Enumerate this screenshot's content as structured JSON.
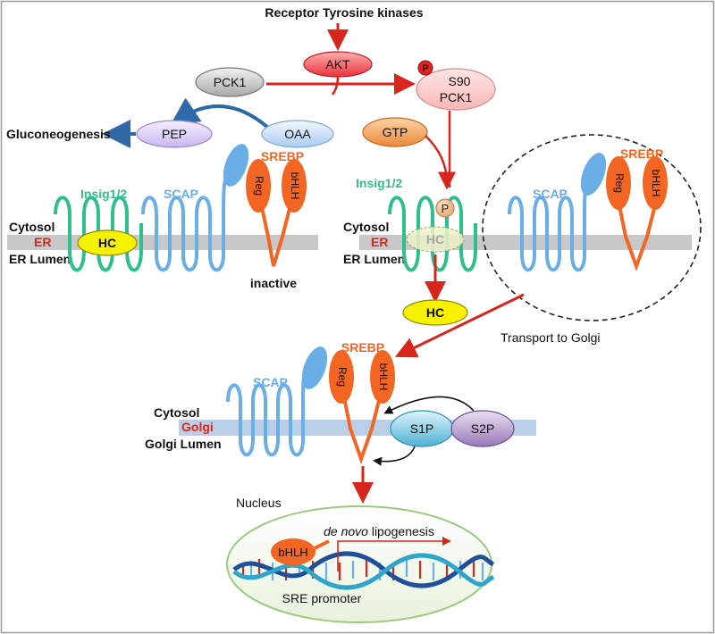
{
  "top": {
    "receptor": "Receptor Tyrosine kinases"
  },
  "nodes": {
    "akt": "AKT",
    "pck1": "PCK1",
    "p_marker": "P",
    "s90": "S90",
    "s90_pck1": "PCK1",
    "pep": "PEP",
    "oaa": "OAA",
    "gtp": "GTP",
    "gluconeogenesis": "Gluconeogenesis",
    "hc": "HC",
    "hc_free": "HC",
    "s1p": "S1P",
    "s2p": "S2P"
  },
  "membrane": {
    "cytosol": "Cytosol",
    "er": "ER",
    "er_lumen": "ER Lumen",
    "golgi": "Golgi",
    "golgi_lumen": "Golgi Lumen"
  },
  "proteins": {
    "insig": "Insig1/2",
    "scap": "SCAP",
    "srebp": "SREBP",
    "reg": "Reg",
    "bhlh": "bHLH",
    "inactive": "inactive"
  },
  "labels": {
    "transport": "Transport to Golgi",
    "nucleus": "Nucleus",
    "de_novo_italic": "de novo",
    "lipogenesis": " lipogenesis",
    "sre_promoter": "SRE promoter"
  },
  "colors": {
    "red_arrow": "#d9261c",
    "blue_arrow": "#2e6aa8",
    "insig_green": "#2fbf8f",
    "scap_blue": "#6aaee8",
    "srebp_orange": "#f26522",
    "membrane_gray": "#c8c8c8",
    "golgi_blue": "#b9cfe8",
    "hc_yellow": "#f5f100"
  }
}
